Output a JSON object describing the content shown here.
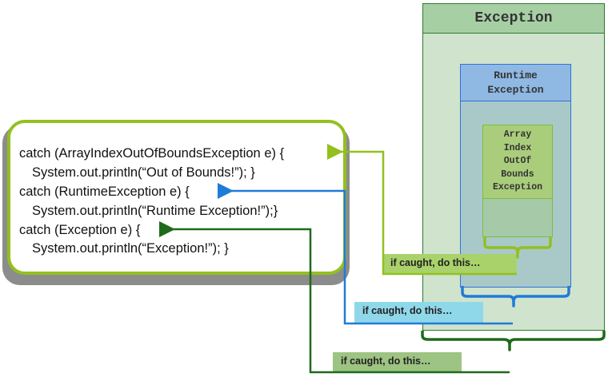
{
  "code": {
    "lines": [
      "catch (ArrayIndexOutOfBoundsException e) {",
      "System.out.println(“Out of Bounds!”); }",
      "catch (RuntimeException e) {",
      "System.out.println(“Runtime Exception!”);}",
      "catch (Exception e) {",
      "System.out.println(“Exception!”); }"
    ]
  },
  "hierarchy": {
    "exception": "Exception",
    "runtime": [
      "Runtime",
      "Exception"
    ],
    "aioobe": [
      "Array",
      "Index",
      "OutOf",
      "Bounds",
      "Exception"
    ]
  },
  "labels": {
    "aioobe": "if caught, do this…",
    "runtime": "if caught, do this…",
    "exception": "if caught, do this…"
  },
  "colors": {
    "lime": "#93c01f",
    "blue": "#1f7bd8",
    "green": "#1e6b1a"
  }
}
